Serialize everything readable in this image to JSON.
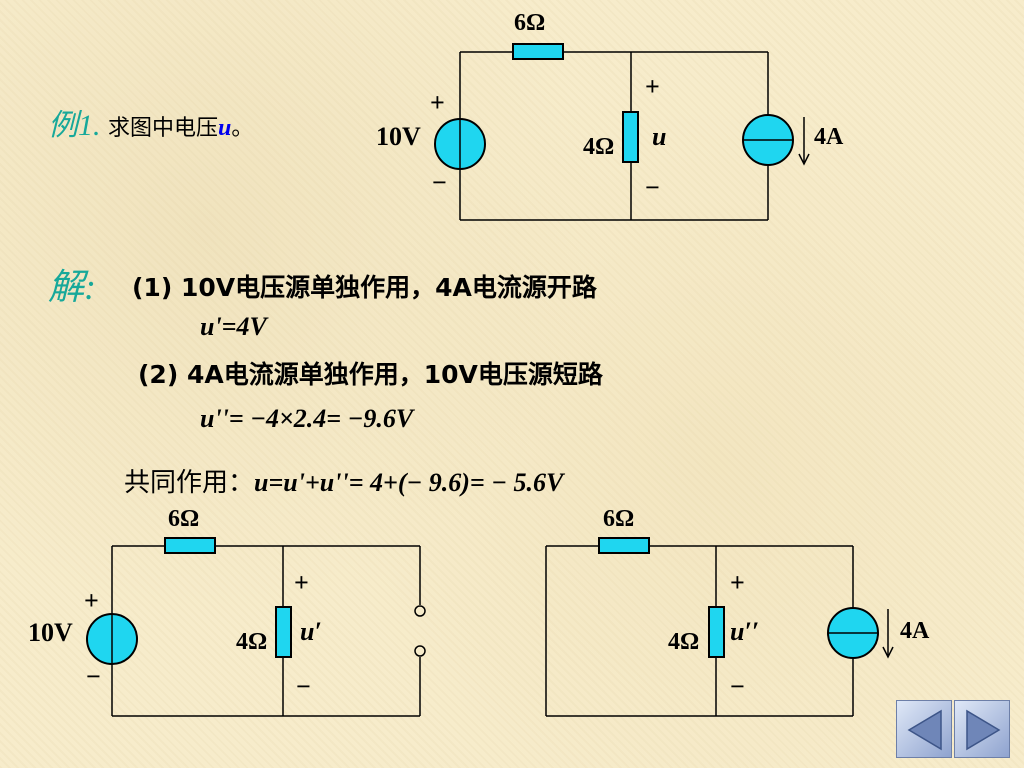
{
  "problem": {
    "label": "例1.",
    "text": "求图中电压",
    "var": "u",
    "end": "。"
  },
  "solution": {
    "label": "解:",
    "step1": "(1) 10V电压源单独作用，4A电流源开路",
    "step1_result": "u'=4V",
    "step2": "(2) 4A电流源单独作用，10V电压源短路",
    "step2_result": "u''= −4×2.4= −9.6V",
    "combined_label": "共同作用：",
    "combined_eq": "u=u'+u''= 4+(− 9.6)= − 5.6V"
  },
  "circuit_main": {
    "r_top": "6Ω",
    "r_mid": "4Ω",
    "v_source": "10V",
    "i_source": "4A",
    "plus": "+",
    "minus": "−",
    "u_label": "u"
  },
  "circuit_left": {
    "r_top": "6Ω",
    "r_mid": "4Ω",
    "v_source": "10V",
    "plus": "+",
    "minus": "−",
    "u_label": "u′"
  },
  "circuit_right": {
    "r_top": "6Ω",
    "r_mid": "4Ω",
    "i_source": "4A",
    "plus": "+",
    "minus": "−",
    "u_label": "u′′"
  },
  "colors": {
    "component_fill": "#1fd6f0",
    "title_accent": "#17a89a",
    "variable": "#0000ee"
  },
  "nav": {
    "prev_icon": "triangle-left-icon",
    "next_icon": "triangle-right-icon"
  }
}
